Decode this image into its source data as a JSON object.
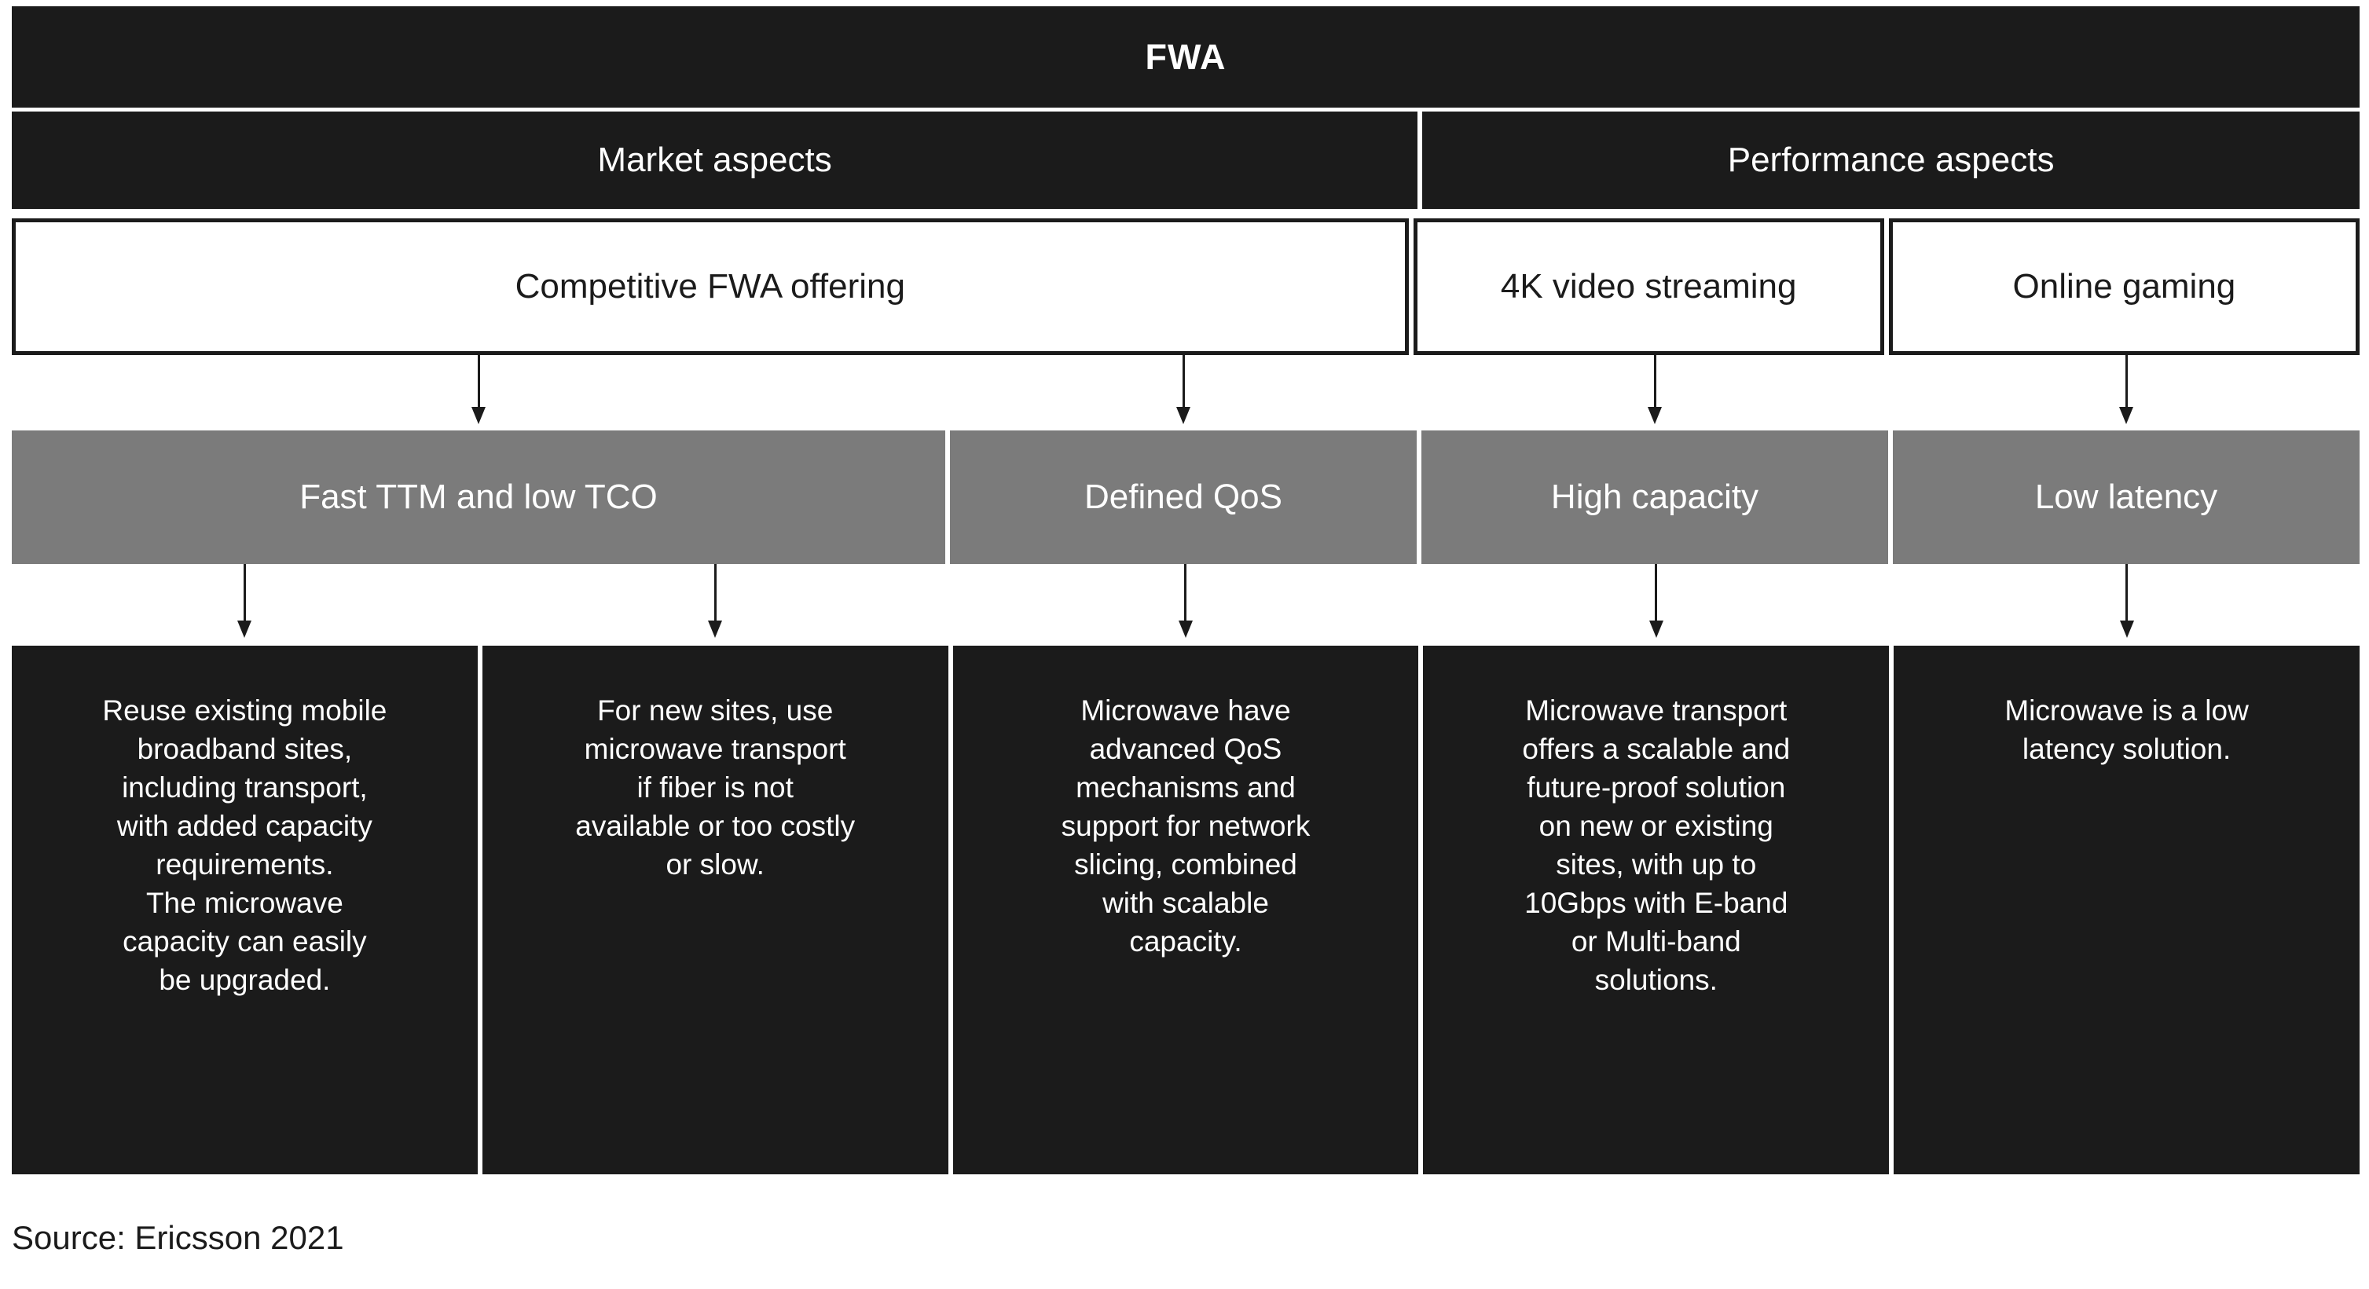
{
  "title": "FWA",
  "header_groups": {
    "market": {
      "label": "Market aspects"
    },
    "performance": {
      "label": "Performance aspects"
    }
  },
  "use_cases": {
    "competitive_fwa": {
      "label": "Competitive FWA offering"
    },
    "video_streaming": {
      "label": "4K video streaming"
    },
    "online_gaming": {
      "label": "Online gaming"
    }
  },
  "requirements": {
    "fast_ttm": {
      "label": "Fast TTM and low TCO"
    },
    "defined_qos": {
      "label": "Defined QoS"
    },
    "high_capacity": {
      "label": "High capacity"
    },
    "low_latency": {
      "label": "Low latency"
    }
  },
  "solutions": {
    "reuse_sites": {
      "text": "Reuse existing mobile\nbroadband sites,\nincluding transport,\nwith added capacity\nrequirements.\nThe microwave\ncapacity can easily\nbe upgraded."
    },
    "new_sites": {
      "text": "For new sites, use\nmicrowave transport\nif fiber is not\navailable or too costly\nor slow."
    },
    "qos_mechanisms": {
      "text": "Microwave have\nadvanced QoS\nmechanisms and\nsupport for network\nslicing, combined\nwith scalable\ncapacity."
    },
    "scalable_transport": {
      "text": "Microwave transport\noffers a scalable and\nfuture-proof solution\non new or existing\nsites, with up to\n10Gbps with E-band\nor Multi-band\nsolutions."
    },
    "low_latency_solution": {
      "text": "Microwave is a low\nlatency solution."
    }
  },
  "source": "Source: Ericsson 2021",
  "colors": {
    "box_black": "#1b1b1b",
    "bar_gray": "#7b7b7b",
    "text_on_dark": "#ffffff",
    "background": "#ffffff"
  }
}
